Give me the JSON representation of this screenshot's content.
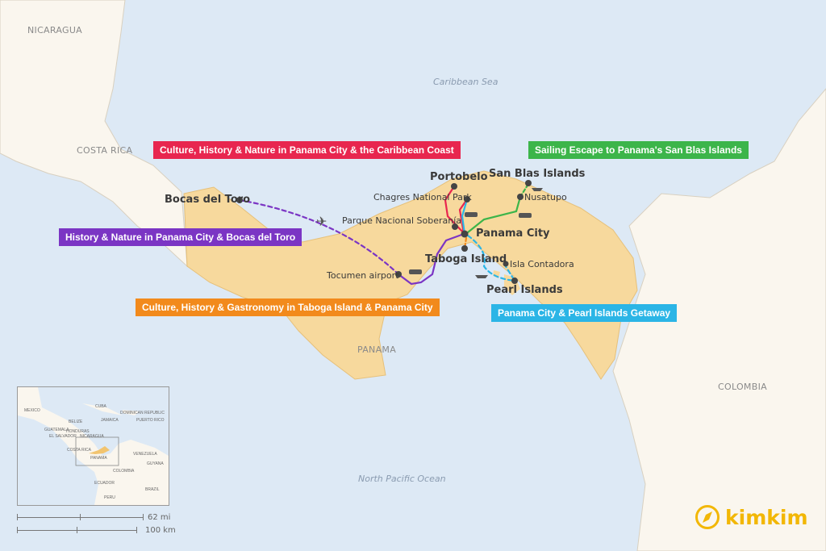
{
  "countries": {
    "nicaragua": "NICARAGUA",
    "costa_rica": "COSTA RICA",
    "panama": "PANAMA",
    "colombia": "COLOMBIA"
  },
  "seas": {
    "caribbean": "Caribbean Sea",
    "pacific": "North Pacific Ocean"
  },
  "places": {
    "portobelo": "Portobelo",
    "chagres": "Chagres National Park",
    "soberania": "Parque Nacional Soberanía",
    "panama_city": "Panama City",
    "taboga": "Taboga Island",
    "tocumen": "Tocumen airport",
    "bocas": "Bocas del Toro",
    "san_blas": "San Blas Islands",
    "nusatupo": "Nusatupo",
    "contadora": "Isla Contadora",
    "pearl": "Pearl Islands"
  },
  "routes": [
    {
      "label": "Culture, History & Nature in Panama City & the Caribbean Coast",
      "color": "#e8264f"
    },
    {
      "label": "Sailing Escape to Panama's San Blas Islands",
      "color": "#3cb54a"
    },
    {
      "label": "History & Nature in Panama City & Bocas del Toro",
      "color": "#7b35c4"
    },
    {
      "label": "Culture, History & Gastronomy in Taboga Island & Panama City",
      "color": "#f28a1c"
    },
    {
      "label": "Panama City & Pearl Islands Getaway",
      "color": "#2bb5e6"
    }
  ],
  "inset": {
    "labels": [
      "MEXICO",
      "CUBA",
      "BELIZE",
      "JAMAICA",
      "DOMINICAN REPUBLIC",
      "PUERTO RICO",
      "GUATEMALA",
      "HONDURAS",
      "EL SALVADOR",
      "NICARAGUA",
      "COSTA RICA",
      "PANAMA",
      "VENEZUELA",
      "GUYANA",
      "COLOMBIA",
      "ECUADOR",
      "PERU",
      "BRAZIL"
    ]
  },
  "scale": {
    "miles": "62 mi",
    "km": "100 km"
  },
  "brand": {
    "name": "kimkim",
    "color": "#f2b705"
  }
}
